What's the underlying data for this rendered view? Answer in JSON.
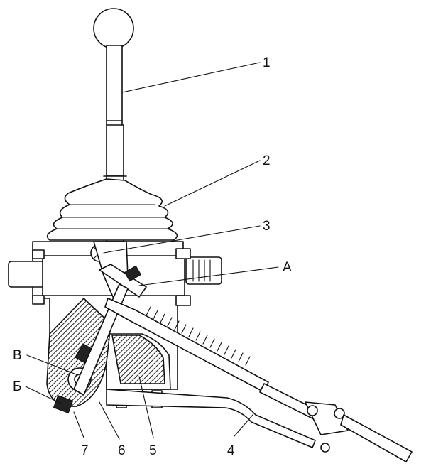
{
  "callouts": {
    "c1": "1",
    "c2": "2",
    "c3": "3",
    "cA": "А",
    "cB_cyr": "В",
    "cB_be": "Б",
    "c7": "7",
    "c6": "6",
    "c5": "5",
    "c4": "4"
  },
  "colors": {
    "ink": "#111111",
    "paper": "#ffffff"
  }
}
